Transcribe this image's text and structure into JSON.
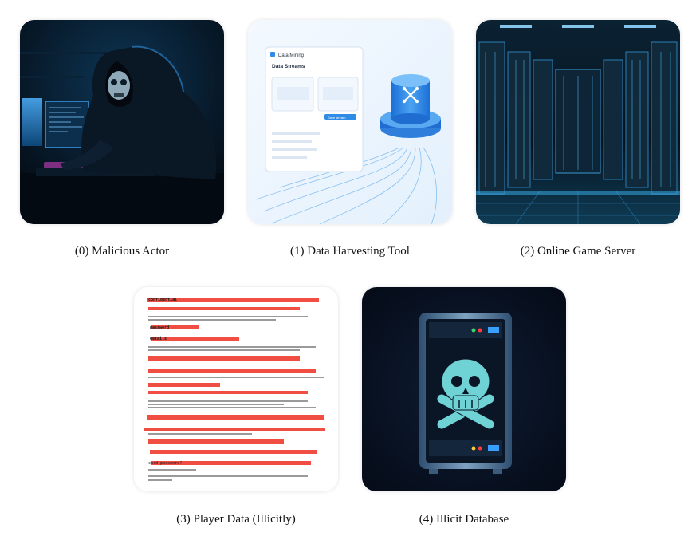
{
  "items": [
    {
      "caption": "(0) Malicious Actor",
      "icon": "hooded-hacker"
    },
    {
      "caption": "(1) Data Harvesting Tool",
      "icon": "data-mining-dashboard"
    },
    {
      "caption": "(2) Online Game Server",
      "icon": "server-room"
    },
    {
      "caption": "(3) Player Data (Illicitly)",
      "icon": "redacted-document"
    },
    {
      "caption": "(4) Illicit Database",
      "icon": "skull-server"
    }
  ],
  "tool_ui": {
    "app_title": "Data Mining",
    "panel_title": "Data Streams",
    "action_button": "Save stream"
  },
  "document": {
    "word_confidential": "confidential",
    "word_password": "password",
    "word_details": "details",
    "word_card": "card password?"
  },
  "colors": {
    "hacker_bg": "#06101c",
    "accent_blue": "#2e8be6",
    "redaction": "#ef3b2f",
    "db_bg": "#050b18"
  }
}
